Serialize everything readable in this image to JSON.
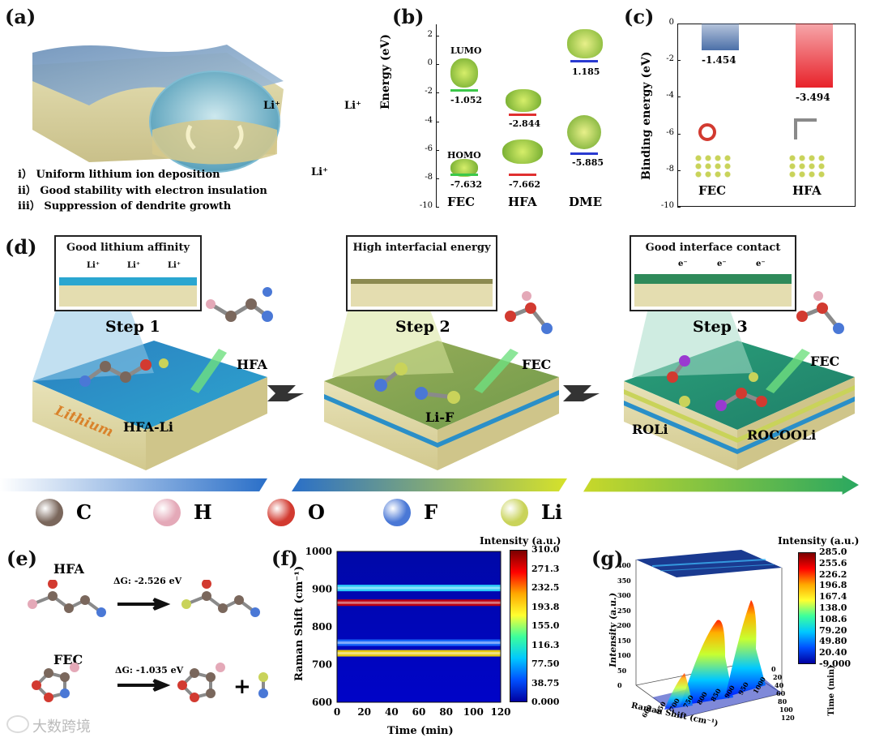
{
  "panel_a": {
    "label": "(a)",
    "ion_labels": [
      "Li⁺",
      "Li⁺",
      "Li⁺"
    ],
    "bullets": [
      "i） Uniform lithium ion deposition",
      "ii） Good stability with electron insulation",
      "iii） Suppression of dendrite growth"
    ]
  },
  "panel_b": {
    "label": "(b)",
    "ylabel": "Energy (eV)",
    "yticks": [
      "2",
      "0",
      "-2",
      "-4",
      "-6",
      "-8",
      "-10"
    ],
    "lumo_label": "LUMO",
    "homo_label": "HOMO",
    "molecules": [
      "FEC",
      "HFA",
      "DME"
    ],
    "lumo_values": [
      "-1.052",
      "-2.844",
      "1.185"
    ],
    "homo_values": [
      "-7.632",
      "-7.662",
      "-5.885"
    ]
  },
  "panel_c": {
    "label": "(c)",
    "ylabel": "Binding energy (eV)",
    "yticks": [
      "0",
      "-2",
      "-4",
      "-6",
      "-8",
      "-10"
    ],
    "categories": [
      "FEC",
      "HFA"
    ],
    "value_labels": [
      "-1.454",
      "-3.494"
    ]
  },
  "panel_d": {
    "label": "(d)",
    "steps": [
      {
        "box_title": "Good lithium affinity",
        "step": "Step 1",
        "molecule": "HFA",
        "product": "HFA-Li",
        "surface": "Lithium"
      },
      {
        "box_title": "High interfacial energy",
        "step": "Step 2",
        "molecule": "FEC",
        "product": "Li-F"
      },
      {
        "box_title": "Good interface contact",
        "step": "Step 3",
        "molecule": "FEC",
        "product": "ROLi",
        "product2": "ROCOOLi"
      }
    ],
    "box_marks": [
      "Li⁺",
      "e⁻"
    ]
  },
  "legend": [
    {
      "symbol": "C",
      "color": "#7a675c"
    },
    {
      "symbol": "H",
      "color": "#e4a9b8"
    },
    {
      "symbol": "O",
      "color": "#d23a30"
    },
    {
      "symbol": "F",
      "color": "#4a78d6"
    },
    {
      "symbol": "Li",
      "color": "#c9d35a"
    }
  ],
  "panel_e": {
    "label": "(e)",
    "rows": [
      {
        "molecule": "HFA",
        "dG": "ΔG: -2.526 eV"
      },
      {
        "molecule": "FEC",
        "dG": "ΔG: -1.035 eV"
      }
    ],
    "plus": "+"
  },
  "panel_f": {
    "label": "(f)",
    "colorbar_title": "Intensity (a.u.)",
    "colorbar_ticks": [
      "310.0",
      "271.3",
      "232.5",
      "193.8",
      "155.0",
      "116.3",
      "77.50",
      "38.75",
      "0.000"
    ]
  },
  "panel_g": {
    "label": "(g)",
    "colorbar_title": "Intensity (a.u.)",
    "colorbar_ticks": [
      "285.0",
      "255.6",
      "226.2",
      "196.8",
      "167.4",
      "138.0",
      "108.6",
      "79.20",
      "49.80",
      "20.40",
      "-9.000"
    ],
    "zlabel": "Intensity (a.u.)",
    "xlabel": "Raman Shift (cm⁻¹)",
    "ylabel": "Time (min)",
    "zticks": [
      "400",
      "350",
      "300",
      "250",
      "200",
      "150",
      "100",
      "50",
      "0"
    ],
    "xticks": [
      "600",
      "650",
      "700",
      "750",
      "800",
      "850",
      "900",
      "950",
      "1000"
    ],
    "yticks": [
      "0",
      "20",
      "40",
      "60",
      "80",
      "100",
      "120"
    ]
  },
  "watermark": "大数跨境",
  "chart_data": [
    {
      "type": "bar",
      "title": "",
      "xlabel": "",
      "ylabel": "Binding energy (eV)",
      "categories": [
        "FEC",
        "HFA"
      ],
      "values": [
        -1.454,
        -3.494
      ],
      "ylim": [
        -10,
        0
      ],
      "colors": [
        "#4b6fa8",
        "#e8222a"
      ]
    },
    {
      "type": "heatmap",
      "xlabel": "Time (min)",
      "ylabel": "Raman Shift (cm⁻¹)",
      "xlim": [
        0,
        120
      ],
      "ylim": [
        600,
        1000
      ],
      "xticks": [
        0,
        20,
        40,
        60,
        80,
        100,
        120
      ],
      "yticks": [
        600,
        700,
        800,
        900,
        1000
      ],
      "colorbar_range": [
        0,
        310
      ],
      "bands": [
        {
          "shift": 864,
          "intensity": 300
        },
        {
          "shift": 903,
          "intensity": 140
        },
        {
          "shift": 730,
          "intensity": 180
        },
        {
          "shift": 758,
          "intensity": 80
        }
      ]
    }
  ]
}
